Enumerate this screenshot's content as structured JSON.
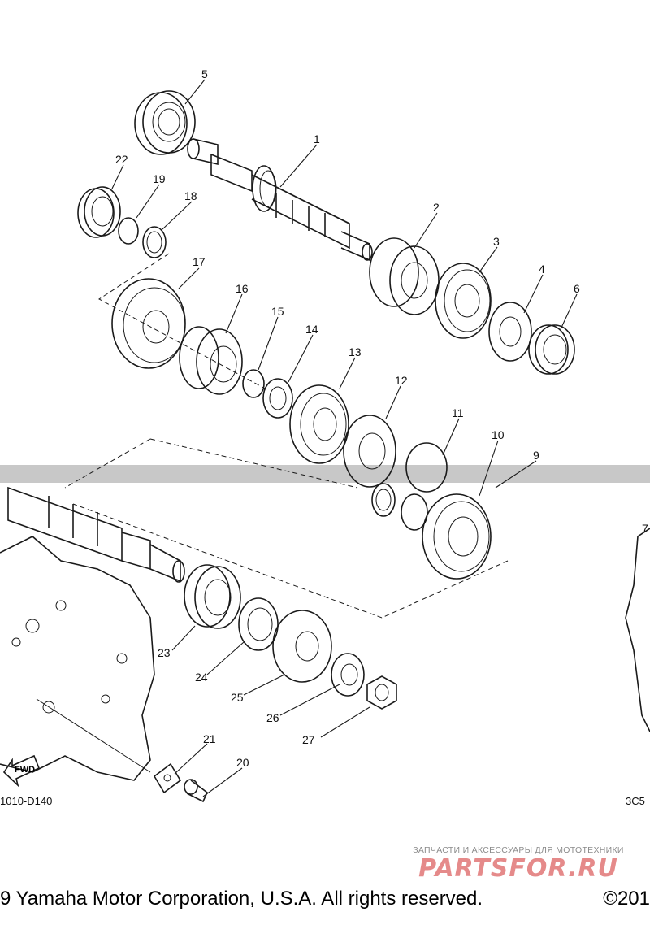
{
  "diagram": {
    "callouts": [
      "1",
      "2",
      "3",
      "4",
      "5",
      "6",
      "9",
      "10",
      "11",
      "12",
      "13",
      "14",
      "15",
      "16",
      "17",
      "18",
      "19",
      "20",
      "21",
      "22",
      "23",
      "24",
      "25",
      "26",
      "27",
      "7"
    ],
    "codes": {
      "left": "1010-D140",
      "right": "3C5"
    },
    "fwd_label": "FWD"
  },
  "watermark": {
    "tagline": "ЗАПЧАСТИ И АКСЕССУАРЫ ДЛЯ МОТОТЕХНИКИ",
    "logo": "PARTSFOR.RU"
  },
  "footer": {
    "copyright": "9 Yamaha Motor Corporation, U.S.A. All rights reserved.",
    "year": "©201"
  }
}
